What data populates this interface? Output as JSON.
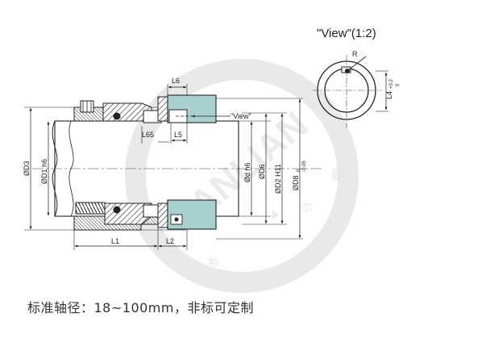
{
  "view_title": "\"View\"(1:2)",
  "view_pointer_label": "\"View\"",
  "labels": {
    "R": "R",
    "L4": "L4",
    "L4_tol_upper": "+0.2",
    "L4_tol_lower": "0",
    "L6": "L6",
    "L65": "L65",
    "L5": "L5",
    "L1": "L1",
    "L2": "L2",
    "D3": "ØD3",
    "D1": "ØD1 h6",
    "d": "Ød  h6",
    "D6": "ØD6",
    "D2": "ØD2 H11",
    "D8": "ØD8",
    "D8_tol_upper": "0",
    "D8_tol_lower": "-0.05"
  },
  "watermark": {
    "brand": "SANLIAN",
    "chars": [
      "希",
      "尔",
      "曼"
    ]
  },
  "caption": "标准轴径：18~100mm，非标可定制",
  "colors": {
    "line": "#222222",
    "housing_fill": "#e8e8e8",
    "gland_fill": "#a9cfcf",
    "watermark": "#d9d9d9"
  }
}
